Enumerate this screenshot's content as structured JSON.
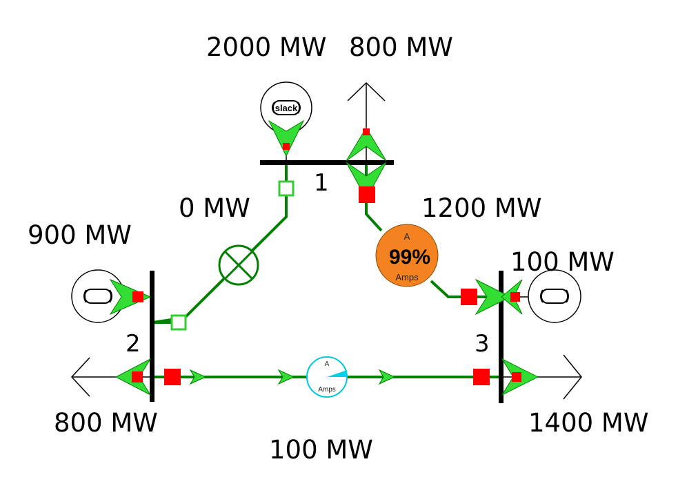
{
  "buses": {
    "bus1": "1",
    "bus2": "2",
    "bus3": "3"
  },
  "labels": {
    "gen1_mw": "2000 MW",
    "load1_mw": "800 MW",
    "line12_mw": "0 MW",
    "line13_mw": "1200 MW",
    "gen2_mw": "900 MW",
    "gen3_mw": "100 MW",
    "load2_mw": "800 MW",
    "load3_mw": "1400 MW",
    "line23_mw": "100 MW"
  },
  "slack_label": "slack",
  "gauge_line13": {
    "top": "A",
    "percent": "99%",
    "unit": "Amps",
    "loading_percent": 99,
    "color": "#f58220"
  },
  "gauge_line23": {
    "top": "A",
    "unit": "Amps",
    "color": "#00d0e8"
  },
  "colors": {
    "line": "#008000",
    "arrow": "#33dd33",
    "breaker_closed": "#ff0000",
    "breaker_open": "#33cc33",
    "bus": "#000000"
  }
}
